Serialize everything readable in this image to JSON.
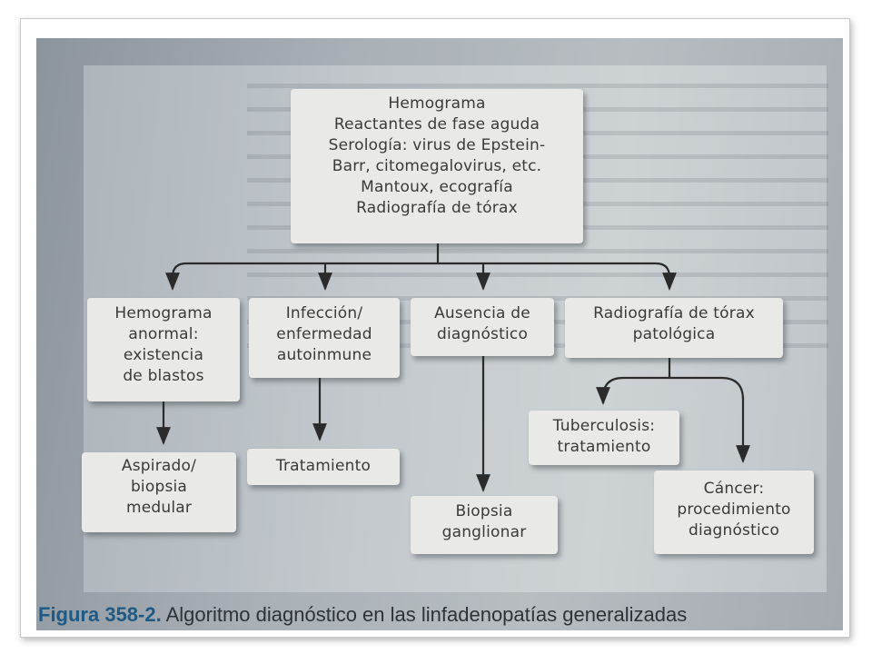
{
  "boxes": {
    "root": "Hemograma\nReactantes de fase aguda\nSerología: virus de Epstein-\nBarr, citomegalovirus, etc.\nMantoux, ecografía\nRadiografía de tórax",
    "hemograma_anormal": "Hemograma\nanormal:\nexistencia\nde blastos",
    "infeccion": "Infección/\nenfermedad\nautoinmune",
    "ausencia": "Ausencia de\ndiagnóstico",
    "radiografia_patologica": "Radiografía de tórax\npatológica",
    "aspirado": "Aspirado/\nbiopsia\nmedular",
    "tratamiento": "Tratamiento",
    "biopsia": "Biopsia\nganglionar",
    "tuberculosis": "Tuberculosis:\ntratamiento",
    "cancer": "Cáncer:\nprocedimiento\ndiagnóstico"
  },
  "caption": {
    "label": "Figura 358-2.",
    "text": " Algoritmo diagnóstico en las linfadenopatías generalizadas"
  },
  "colors": {
    "box_fill": "#e9e9e7",
    "text": "#3a3a3a",
    "arrow": "#2b2b2b",
    "caption_label": "#1f5a86"
  }
}
